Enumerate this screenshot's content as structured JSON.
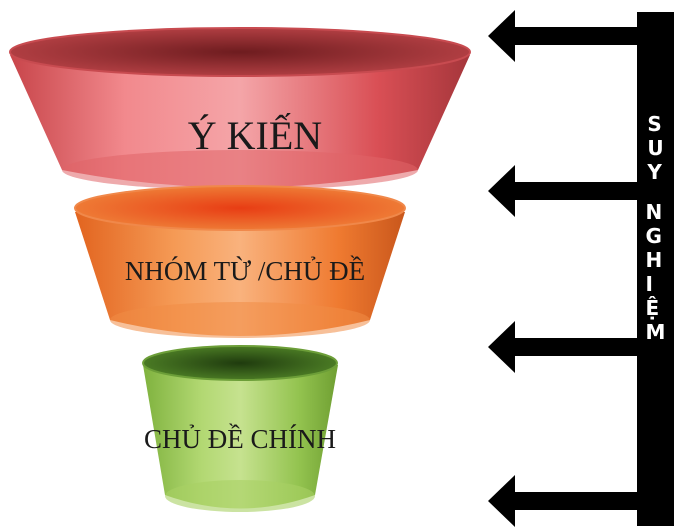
{
  "tiers": [
    {
      "label": "Ý KIẾN",
      "color_top": "#a83a3c",
      "color_body": "#e0575c",
      "color_highlight": "#f4a5a8"
    },
    {
      "label": "NHÓM TỪ /CHỦ ĐỀ",
      "color_top": "#d9521a",
      "color_body": "#f07f35",
      "color_highlight": "#f9b27d"
    },
    {
      "label": "CHỦ ĐỀ CHÍNH",
      "color_top": "#3e6a1c",
      "color_body": "#8dc04a",
      "color_highlight": "#c6e28f"
    }
  ],
  "side_label": {
    "words": [
      "SUY",
      "NGHIỆM"
    ],
    "bar_color": "#000000",
    "text_color": "#ffffff"
  },
  "arrows": {
    "count": 4,
    "color": "#000000"
  }
}
